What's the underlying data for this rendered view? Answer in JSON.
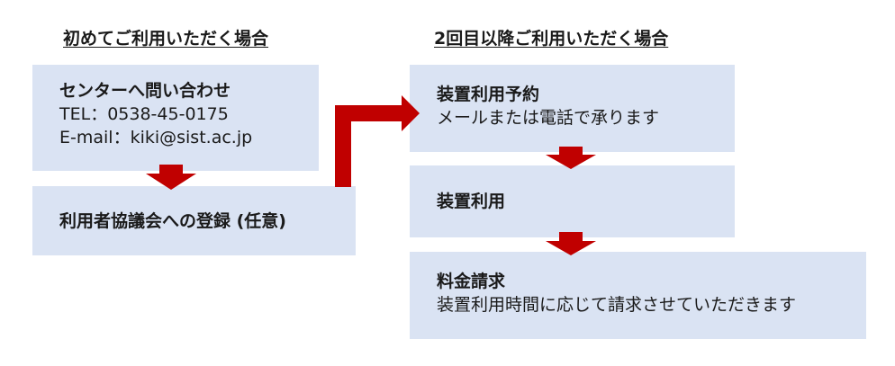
{
  "left": {
    "heading": "初めてご利用いただく場合",
    "contact": {
      "title": "センターへ問い合わせ",
      "tel": "TEL：0538-45-0175",
      "email": "E-mail：kiki@sist.ac.jp"
    },
    "register": {
      "title": "利用者協議会への登録 (任意)"
    }
  },
  "right": {
    "heading": "2回目以降ご利用いただく場合",
    "reserve": {
      "title": "装置利用予約",
      "note": "メールまたは電話で承ります"
    },
    "use": {
      "title": "装置利用"
    },
    "billing": {
      "title": "料金請求",
      "note": "装置利用時間に応じて請求させていただきます"
    }
  },
  "colors": {
    "box_fill": "#dae3f3",
    "arrow": "#c00000"
  }
}
